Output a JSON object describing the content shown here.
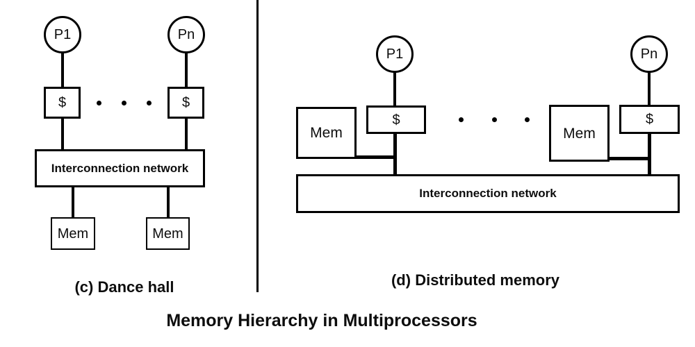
{
  "figure": {
    "title": "Memory Hierarchy in Multiprocessors"
  },
  "colors": {
    "stroke": "#000000",
    "background": "#ffffff"
  },
  "dance_hall": {
    "caption": "(c) Dance hall",
    "processor_1": "P1",
    "processor_n": "Pn",
    "cache_1": "$",
    "cache_n": "$",
    "network": "Interconnection network",
    "mem_1": "Mem",
    "mem_2": "Mem"
  },
  "distributed_memory": {
    "caption": "(d) Distributed memory",
    "processor_1": "P1",
    "processor_n": "Pn",
    "cache_1": "$",
    "cache_n": "$",
    "network": "Interconnection network",
    "mem_1": "Mem",
    "mem_n": "Mem"
  }
}
